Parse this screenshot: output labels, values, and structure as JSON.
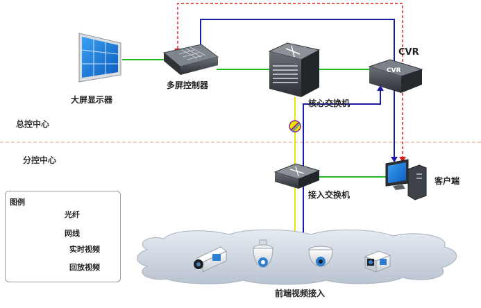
{
  "zones": {
    "upper": "总控中心",
    "lower": "分控中心"
  },
  "devices": {
    "video_wall": "大屏显示器",
    "multi_screen_controller": "多屏控制器",
    "core_switch": "核心交换机",
    "cvr": "CVR",
    "cvr_badge": "CVR",
    "access_switch": "接入交换机",
    "client": "客户端",
    "front_end": "前端视频接入"
  },
  "legend": {
    "title": "图例",
    "items": [
      {
        "label": "光纤",
        "color": "#f2e200",
        "style": "fiber"
      },
      {
        "label": "网线",
        "color": "#1fbf1f",
        "style": "solid"
      },
      {
        "label": "实时视频",
        "color": "#1a1aa8",
        "style": "solid"
      },
      {
        "label": "回放视频",
        "color": "#dd1f1f",
        "style": "dashed"
      }
    ]
  },
  "colors": {
    "fiber": "#f2e200",
    "cable": "#1fbf1f",
    "live_video": "#1a1aa8",
    "playback_video": "#dd1f1f",
    "divider": "#e3a08a",
    "cloud": "#cfd6e0",
    "device_dark": "#3a3f45"
  }
}
